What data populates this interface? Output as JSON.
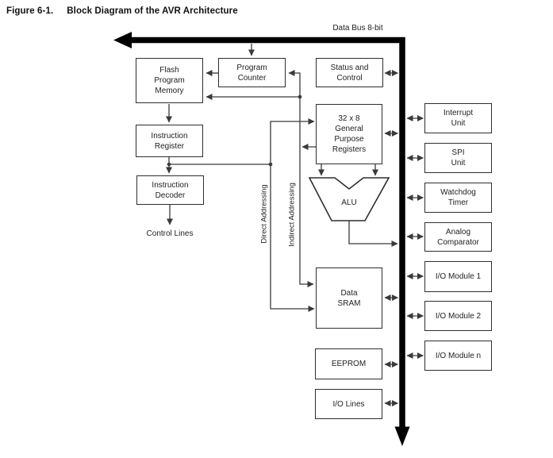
{
  "title": {
    "label": "Figure 6-1.",
    "text": "Block Diagram of the AVR Architecture"
  },
  "bus": {
    "label": "Data Bus 8-bit"
  },
  "blocks": {
    "flash": {
      "label": "Flash\nProgram\nMemory"
    },
    "program_counter": {
      "label": "Program\nCounter"
    },
    "status_control": {
      "label": "Status and\nControl"
    },
    "registers": {
      "label": "32 x 8\nGeneral\nPurpose\nRegisters"
    },
    "instruction_register": {
      "label": "Instruction\nRegister"
    },
    "instruction_decoder": {
      "label": "Instruction\nDecoder"
    },
    "alu": {
      "label": "ALU"
    },
    "data_sram": {
      "label": "Data\nSRAM"
    },
    "eeprom": {
      "label": "EEPROM"
    },
    "io_lines": {
      "label": "I/O Lines"
    },
    "interrupt_unit": {
      "label": "Interrupt\nUnit"
    },
    "spi_unit": {
      "label": "SPI\nUnit"
    },
    "watchdog_timer": {
      "label": "Watchdog\nTimer"
    },
    "analog_comparator": {
      "label": "Analog\nComparator"
    },
    "io_module_1": {
      "label": "I/O Module 1"
    },
    "io_module_2": {
      "label": "I/O Module 2"
    },
    "io_module_n": {
      "label": "I/O Module n"
    }
  },
  "annotations": {
    "control_lines": "Control Lines",
    "direct_addressing": "Direct Addressing",
    "indirect_addressing": "Indirect Addressing"
  },
  "colors": {
    "background": "#ffffff",
    "line": "#3a3a3a",
    "bus": "#000000",
    "box_border": "#2e2e2e",
    "text": "#222222"
  }
}
